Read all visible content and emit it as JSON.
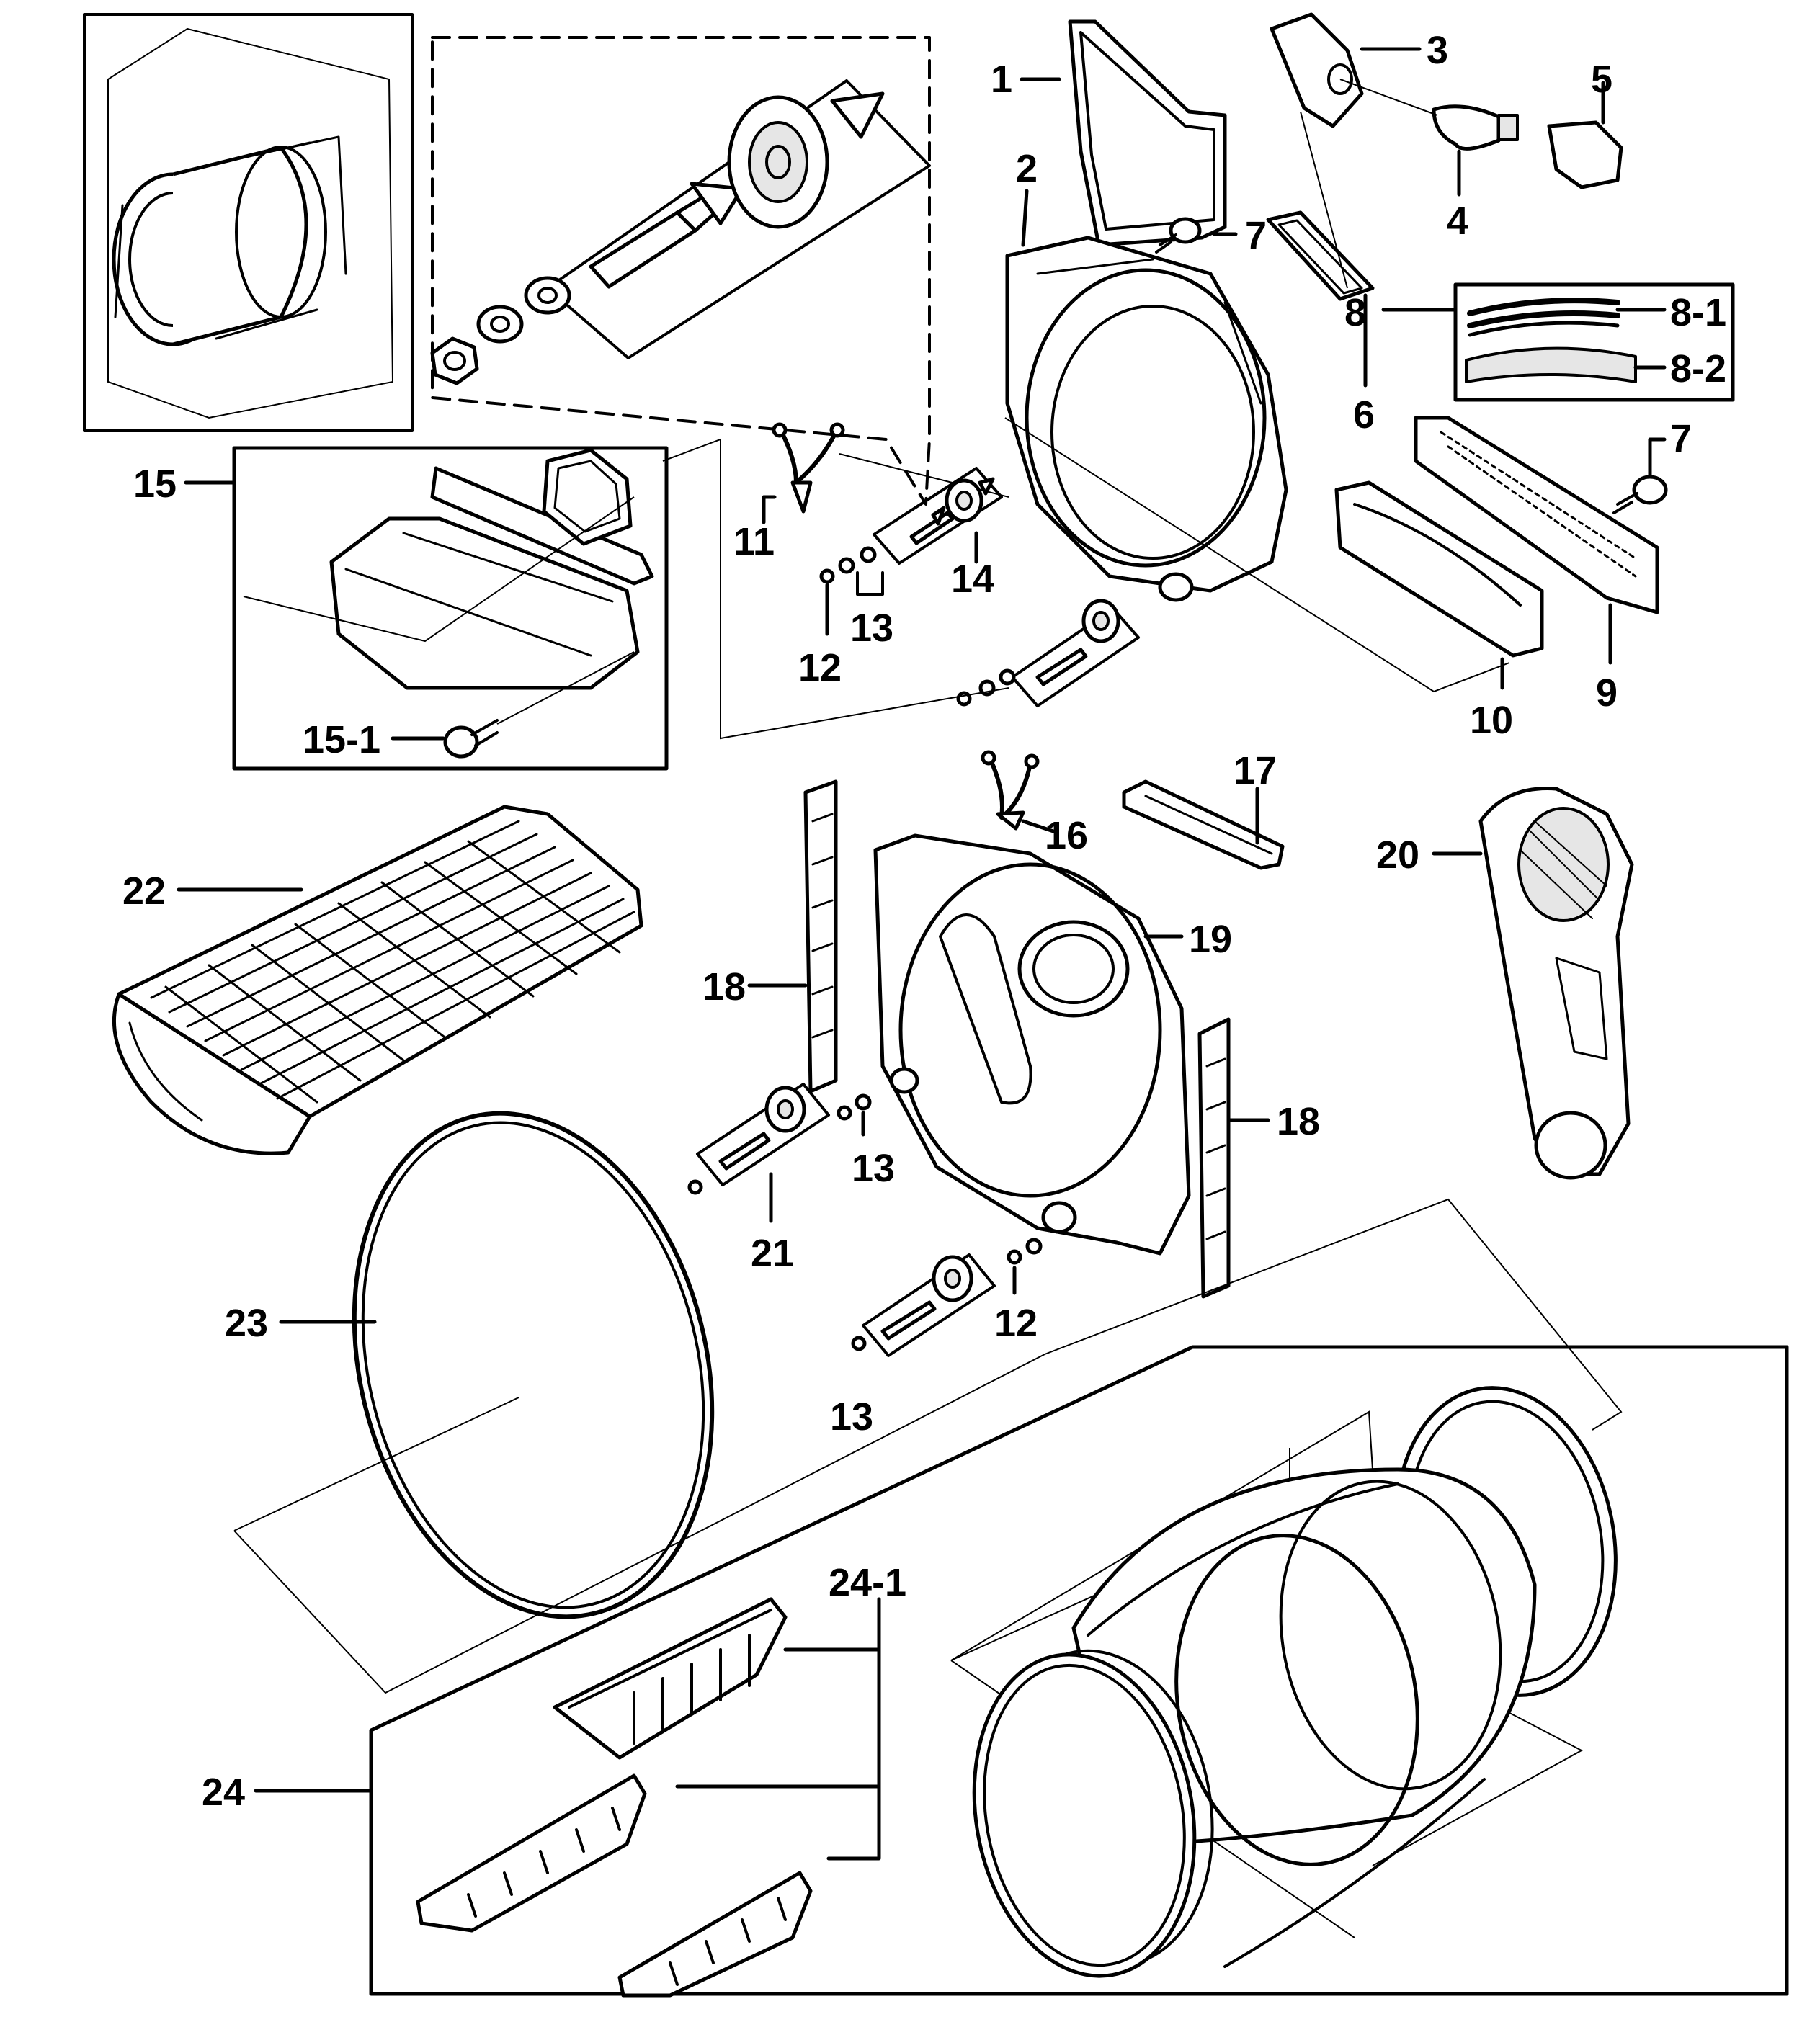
{
  "labels": {
    "l1": "1",
    "l2": "2",
    "l3": "3",
    "l4": "4",
    "l5": "5",
    "l6": "6",
    "l7a": "7",
    "l7b": "7",
    "l8": "8",
    "l8_1": "8-1",
    "l8_2": "8-2",
    "l9": "9",
    "l10": "10",
    "l11": "11",
    "l12a": "12",
    "l12b": "12",
    "l13a": "13",
    "l13b": "13",
    "l13c": "13",
    "l14": "14",
    "l15": "15",
    "l15_1": "15-1",
    "l16": "16",
    "l17": "17",
    "l18a": "18",
    "l18b": "18",
    "l19": "19",
    "l20": "20",
    "l21": "21",
    "l22": "22",
    "l23": "23",
    "l24": "24",
    "l24_1": "24-1"
  },
  "colors": {
    "ink": "#000000",
    "paper": "#ffffff",
    "shade": "#e6e6e6"
  }
}
